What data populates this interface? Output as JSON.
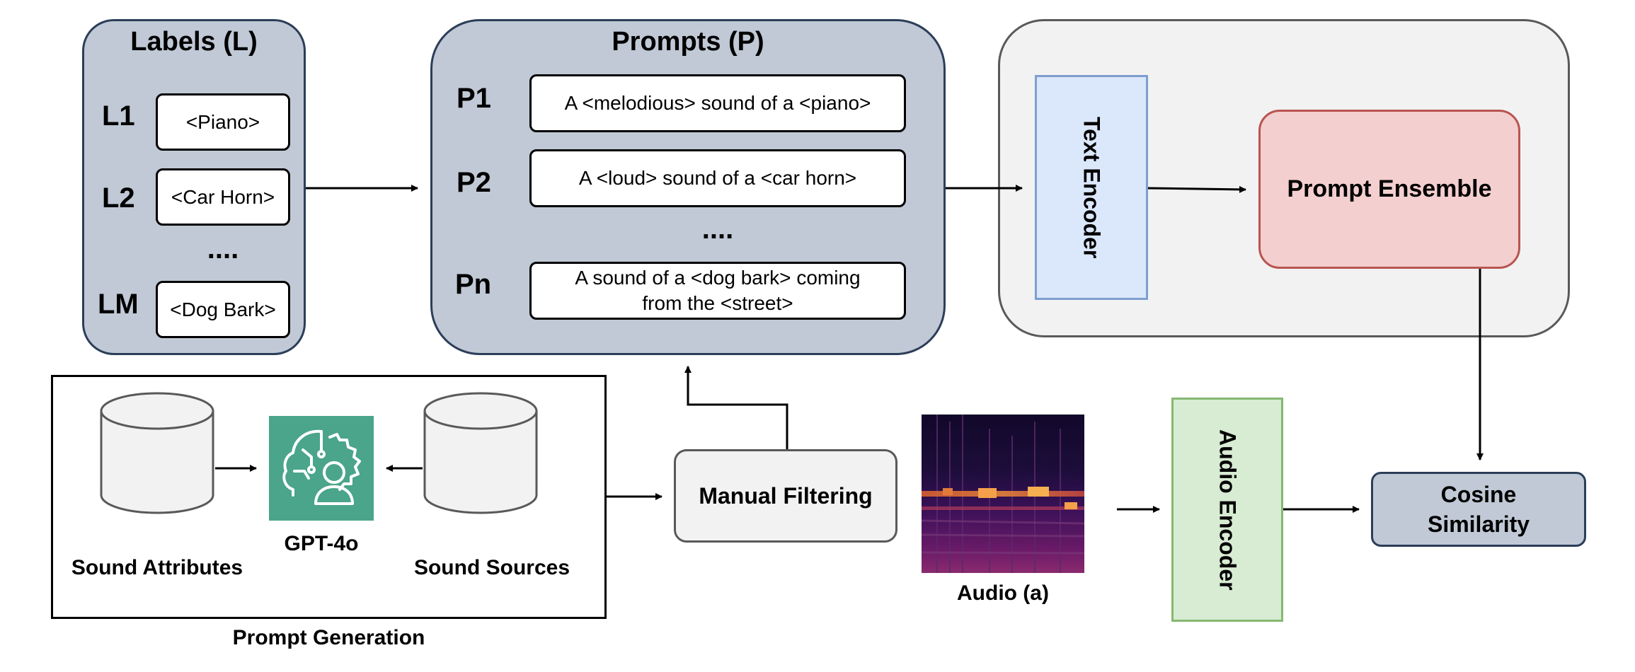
{
  "labels_panel": {
    "title": "Labels (L)",
    "rows": [
      {
        "id": "L1",
        "value": "<Piano>"
      },
      {
        "id": "L2",
        "value": "<Car Horn>"
      },
      {
        "id": "LM",
        "value": "<Dog Bark>"
      }
    ],
    "ellipsis": "...."
  },
  "prompts_panel": {
    "title": "Prompts (P)",
    "rows": [
      {
        "id": "P1",
        "text": "A <melodious> sound of a <piano>"
      },
      {
        "id": "P2",
        "text": "A <loud> sound of a <car horn>"
      },
      {
        "id": "Pn",
        "line1": "A sound of a <dog bark> coming",
        "line2": "from the <street>"
      }
    ],
    "ellipsis": "...."
  },
  "text_encoder": {
    "label": "Text Encoder"
  },
  "prompt_ensemble": {
    "label": "Prompt Ensemble"
  },
  "prompt_generation": {
    "caption": "Prompt Generation",
    "attributes_label": "Sound Attributes",
    "llm_label": "GPT-4o",
    "sources_label": "Sound Sources"
  },
  "manual_filtering": {
    "label": "Manual Filtering"
  },
  "audio": {
    "label": "Audio (a)"
  },
  "audio_encoder": {
    "label": "Audio Encoder"
  },
  "cosine_similarity": {
    "line1": "Cosine",
    "line2": "Similarity"
  },
  "colors": {
    "panel_slate": "#c0c9d5",
    "text_encoder_blue": "#dbe7fb",
    "ensemble_red": "#f4cfcf",
    "audio_encoder_green": "#d8ebd3",
    "gpt_teal": "#4aa58a",
    "neutral_gray": "#f2f2f2"
  },
  "icons": {
    "llm_icon": "brain-gear-person-icon",
    "database_icon": "cylinder-database-icon"
  }
}
